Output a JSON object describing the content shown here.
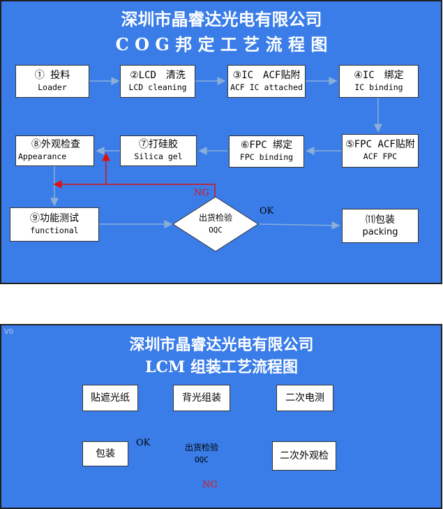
{
  "cog": {
    "title_line1": "深圳市晶睿达光电有限公司",
    "title_line2": "C O G 邦 定 工 艺 流 程 图",
    "steps": [
      {
        "cn": "① 投料",
        "en": "Loader"
      },
      {
        "cn": "②LCD　清洗",
        "en": "LCD cleaning"
      },
      {
        "cn": "③IC　ACF贴附",
        "en": "ACF IC attached"
      },
      {
        "cn": "④IC　绑定",
        "en": "IC binding"
      },
      {
        "cn": "⑤FPC ACF贴附",
        "en": "ACF FPC"
      },
      {
        "cn": "⑥FPC 绑定",
        "en": "FPC binding"
      },
      {
        "cn": "⑦打硅胶",
        "en": "Silica gel"
      },
      {
        "cn": "⑧外观检查",
        "en": "Appearance"
      },
      {
        "cn": "⑨功能测试",
        "en": "functional"
      },
      {
        "cn": "⑾包装",
        "en": "packing"
      }
    ],
    "decision": {
      "cn": "出货检验",
      "en": "OQC"
    },
    "ng_label": "NG",
    "ok_label": "OK"
  },
  "lcm": {
    "watermark": "V0",
    "title_line1": "深圳市晶睿达光电有限公司",
    "title_line2": "LCM 组装工艺流程图",
    "steps": [
      "贴遮光纸",
      "背光组装",
      "二次电测",
      "二次外观检",
      "包装"
    ],
    "decision": {
      "cn": "出货检验",
      "en": "OQC"
    },
    "ok_label": "OK",
    "ng_label": "NG"
  },
  "colors": {
    "panel": "#3a7de8",
    "ng_line": "#e01010",
    "flow_line": "#8aaed8"
  }
}
